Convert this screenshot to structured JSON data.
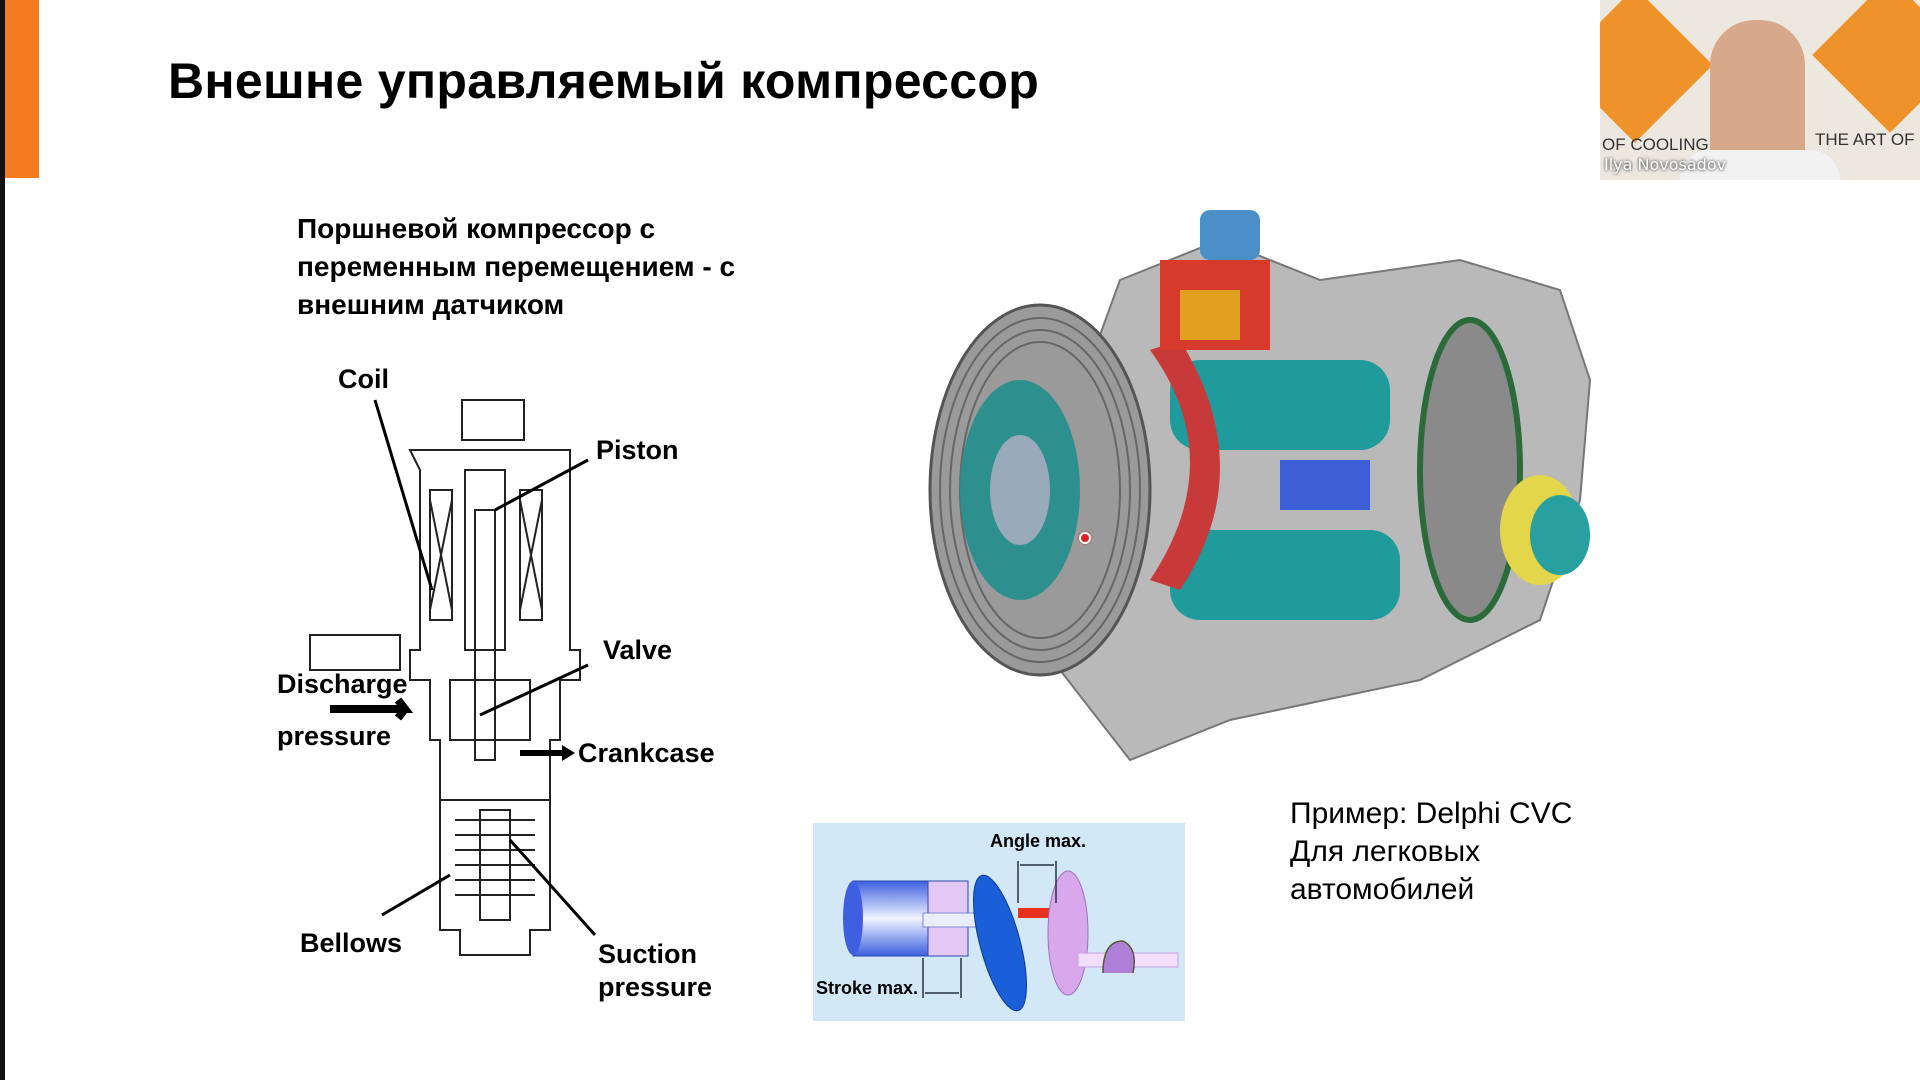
{
  "slide": {
    "title": "Внешне управляемый компрессор",
    "subtitle": "Поршневой компрессор с переменным перемещением - с внешним датчиком",
    "valve_diagram": {
      "labels": {
        "coil": "Coil",
        "piston": "Piston",
        "valve": "Valve",
        "discharge": "Discharge",
        "discharge_pressure": "pressure",
        "crankcase": "Crankcase",
        "bellows": "Bellows",
        "suction": "Suction",
        "suction_pressure": "pressure"
      }
    },
    "swash_diagram": {
      "angle_label": "Angle max.",
      "stroke_label": "Stroke max."
    },
    "example": {
      "line1": "Пример: Delphi CVC",
      "line2": "Для легковых",
      "line3": "автомобилей"
    }
  },
  "webcam": {
    "participant_name": "Ilya Novosadov",
    "banner_left": "OF COOLING",
    "banner_right": "THE ART OF"
  },
  "colors": {
    "accent": "#f47b20",
    "pointer": "#e02020"
  }
}
